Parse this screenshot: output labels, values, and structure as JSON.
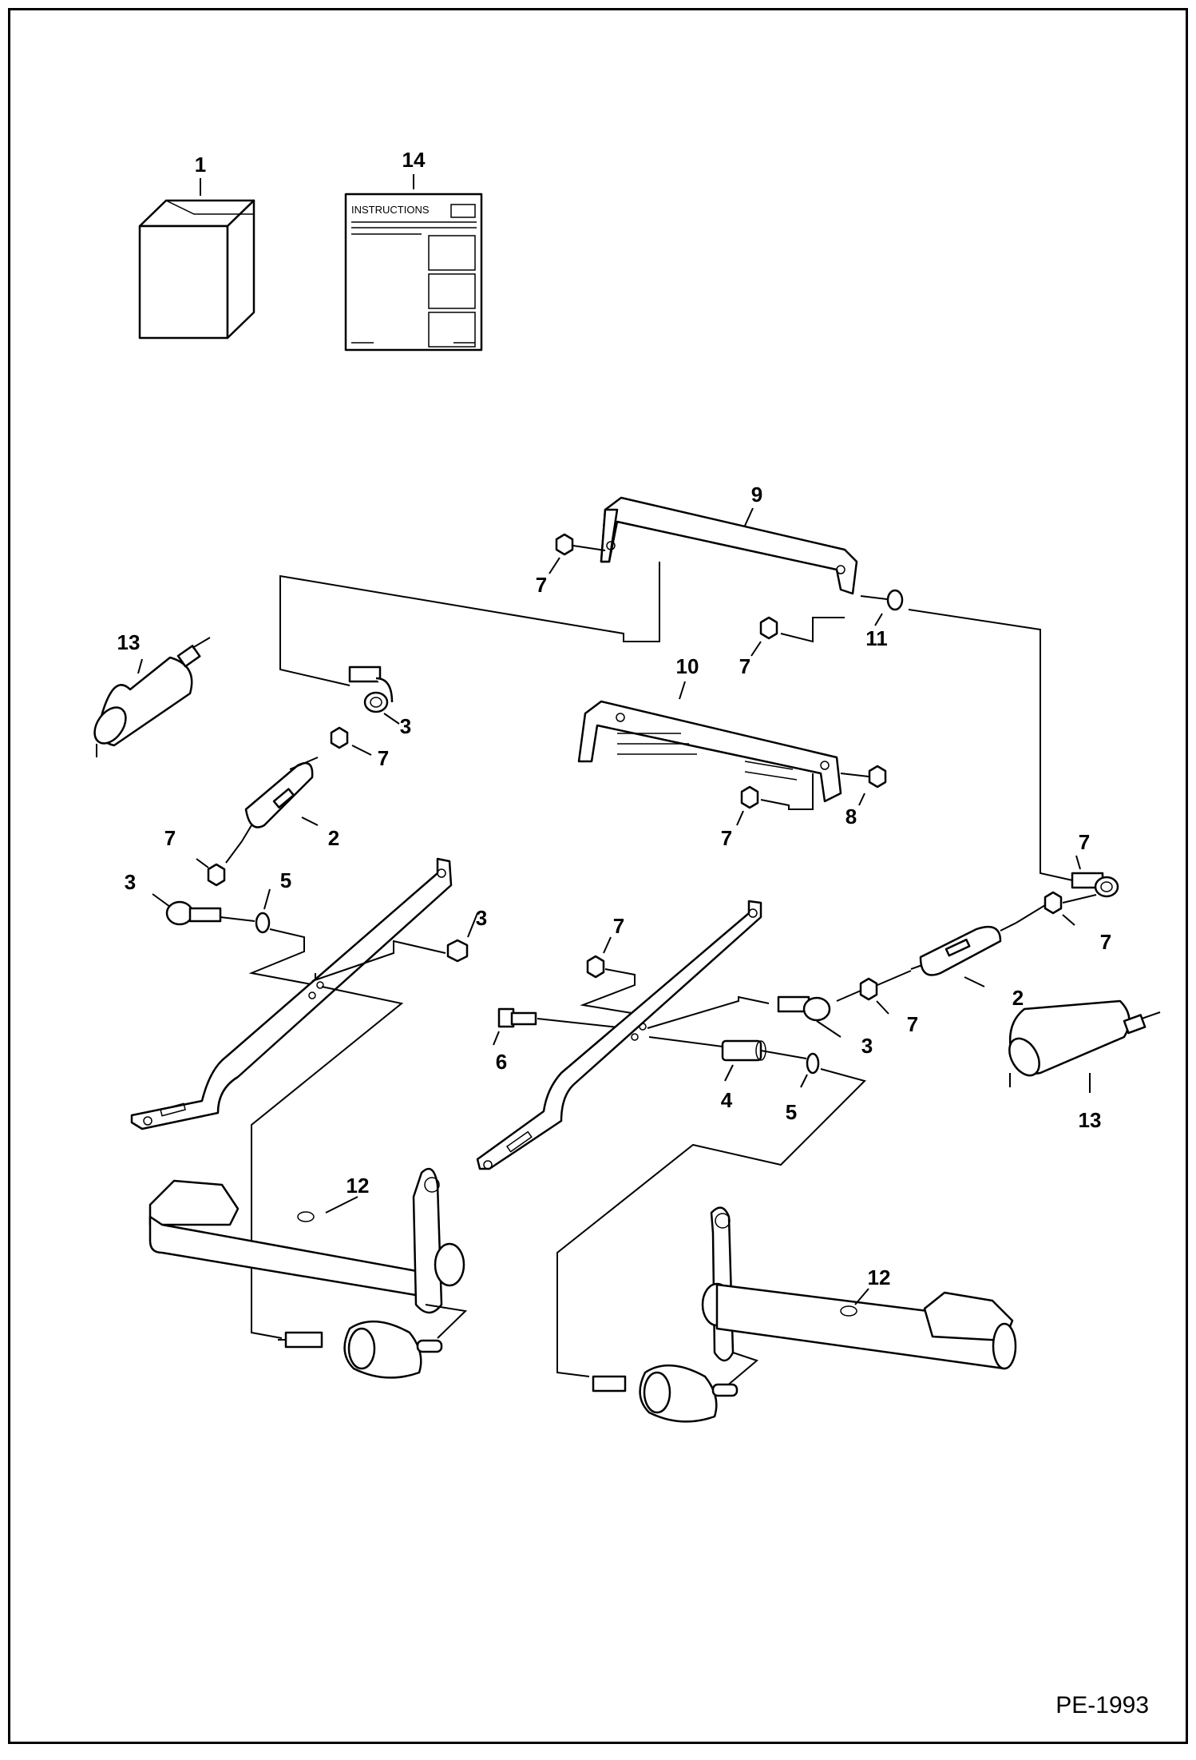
{
  "diagram": {
    "drawing_code": "PE-1993",
    "manual_label": "INSTRUCTIONS",
    "callouts": [
      {
        "key": "c1",
        "text": "1"
      },
      {
        "key": "c14",
        "text": "14"
      },
      {
        "key": "c9",
        "text": "9"
      },
      {
        "key": "c7a",
        "text": "7"
      },
      {
        "key": "c7b",
        "text": "7"
      },
      {
        "key": "c11",
        "text": "11"
      },
      {
        "key": "c13a",
        "text": "13"
      },
      {
        "key": "c10",
        "text": "10"
      },
      {
        "key": "c3a",
        "text": "3"
      },
      {
        "key": "c7c",
        "text": "7"
      },
      {
        "key": "c8",
        "text": "8"
      },
      {
        "key": "c7d",
        "text": "7"
      },
      {
        "key": "c2a",
        "text": "2"
      },
      {
        "key": "c7e",
        "text": "7"
      },
      {
        "key": "c3b",
        "text": "3"
      },
      {
        "key": "c5a",
        "text": "5"
      },
      {
        "key": "c7f",
        "text": "7"
      },
      {
        "key": "c3c",
        "text": "3"
      },
      {
        "key": "c7g",
        "text": "7"
      },
      {
        "key": "c7h",
        "text": "7"
      },
      {
        "key": "c2b",
        "text": "2"
      },
      {
        "key": "c7i",
        "text": "7"
      },
      {
        "key": "c3d",
        "text": "3"
      },
      {
        "key": "c6",
        "text": "6"
      },
      {
        "key": "c4",
        "text": "4"
      },
      {
        "key": "c5b",
        "text": "5"
      },
      {
        "key": "c13b",
        "text": "13"
      },
      {
        "key": "c12a",
        "text": "12"
      },
      {
        "key": "c12b",
        "text": "12"
      }
    ]
  }
}
